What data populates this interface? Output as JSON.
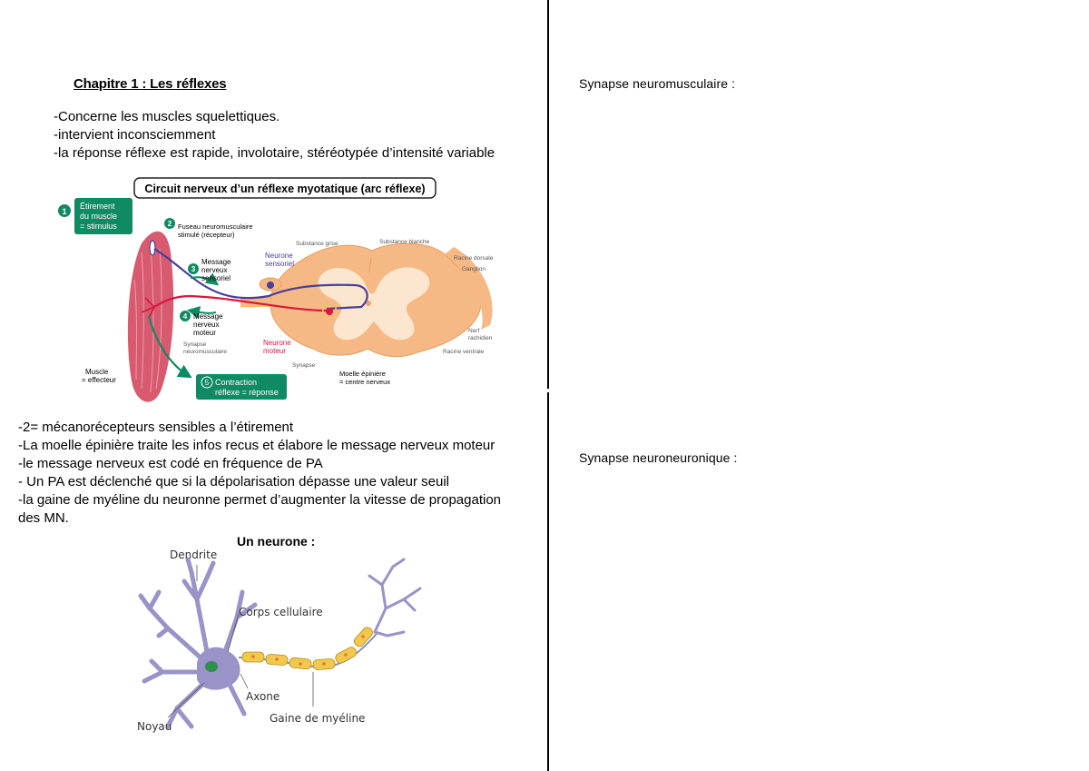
{
  "left_page": {
    "chapter_title": "Chapitre 1 : Les réflexes",
    "intro_lines": [
      "-Concerne les muscles squelettiques.",
      "-intervient inconsciemment",
      "-la réponse réflexe est rapide, involotaire, stéréotypée d’intensité variable"
    ],
    "reflex_figure": {
      "title": "Circuit nerveux d’un réflexe myotatique (arc réflexe)",
      "step1": [
        "Étirement",
        "du muscle",
        "= stimulus"
      ],
      "step2": [
        "Fuseau neuromusculaire",
        "stimulé (récepteur)"
      ],
      "step3": [
        "Message",
        "nerveux",
        "sensoriel"
      ],
      "step4": [
        "Message",
        "nerveux",
        "moteur"
      ],
      "step5": [
        "Contraction",
        "réflexe = réponse"
      ],
      "neurone_sensoriel": [
        "Neurone",
        "sensoriel"
      ],
      "neurone_moteur": [
        "Neurone",
        "moteur"
      ],
      "substance_grise": "Substance grise",
      "substance_blanche": "Substance blanche",
      "racine_dorsale": "Racine dorsale",
      "ganglion": "Ganglion",
      "nerf_rachidien": [
        "Nerf",
        "rachidien"
      ],
      "racine_ventrale": "Racine ventrale",
      "synapse": "Synapse",
      "synapse_nm": [
        "Synapse",
        "neuromusculaire"
      ],
      "moelle": [
        "Moelle épinière",
        "= centre nerveux"
      ],
      "muscle": [
        "Muscle",
        "= effecteur"
      ]
    },
    "notes": [
      "-2= mécanorécepteurs sensibles a l’étirement",
      "-La moelle épinière traite les infos recus et élabore le message nerveux moteur",
      "-le message nerveux est codé en fréquence de PA",
      "- Un PA est déclenché que si la dépolarisation dépasse une valeur seuil",
      "-la gaine de myéline du neuronne permet d’augmenter la vitesse de propagation",
      "des MN."
    ],
    "neuron": {
      "title": "Un neurone :",
      "dendrite": "Dendrite",
      "corps": "Corps cellulaire",
      "axone": "Axone",
      "gaine": "Gaine de myéline",
      "noyau": "Noyau"
    }
  },
  "right_page": {
    "label_neuromusculaire": "Synapse neuromusculaire :",
    "label_neuroneuronique": "Synapse neuroneuronique :"
  },
  "colors": {
    "green_box": "#0f8a64",
    "muscle": "#d85a6e",
    "sensory_neuron": "#4a3f9c",
    "motor_neuron": "#d8163e",
    "spinal_cord": "#f4b27c",
    "gray_matter": "#fbe3cc",
    "neuron_body": "#9a93c8",
    "myelin": "#f2c94c"
  }
}
